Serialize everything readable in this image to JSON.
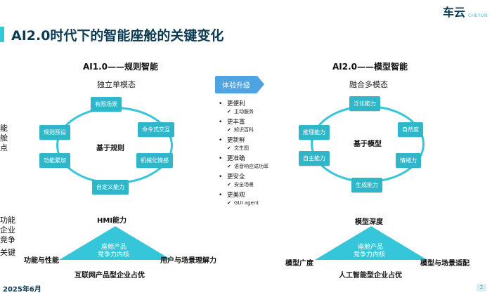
{
  "header": {
    "title": "AI2.0时代下的智能座舱的关键变化"
  },
  "logo": {
    "zh": "车云",
    "en": "CHEYUN"
  },
  "left_cut_texts": [
    "能",
    "舱",
    "点",
    "功能",
    "企业",
    "竞争",
    "关键"
  ],
  "left_col": {
    "heading": "AI1.0——规则智能",
    "sub": "独立单模态",
    "center": "基于规则",
    "nodes": [
      "有限场景",
      "命令式交互",
      "机械化情感",
      "自定义能力",
      "功能累加",
      "规则预设"
    ],
    "hmi_label": "HMI能力",
    "triangle_text_1": "座舱产品",
    "triangle_text_2": "竞争力内核",
    "left_label": "功能与性能",
    "right_label": "用户与场景理解力",
    "bottom": "互联网产品型企业占优"
  },
  "middle": {
    "tag": "体验升级",
    "items": [
      {
        "main": "更便利",
        "sub": "主动服务"
      },
      {
        "main": "更丰富",
        "sub": "知识百科"
      },
      {
        "main": "更新鲜",
        "sub": "文生图"
      },
      {
        "main": "更准确",
        "sub": "语音响应成功率"
      },
      {
        "main": "更安全",
        "sub": "安全场景"
      },
      {
        "main": "更美观",
        "sub": "GUI agent"
      }
    ]
  },
  "right_col": {
    "heading": "AI2.0——模型智能",
    "sub": "融合多模态",
    "center": "基于模型",
    "nodes": [
      "泛化能力",
      "自然度",
      "情绪力",
      "生成能力",
      "自主能力",
      "推理能力"
    ],
    "depth_label": "模型深度",
    "triangle_text_1": "座舱产品",
    "triangle_text_2": "竞争力内核",
    "left_label": "模型广度",
    "right_label": "模型与场景适配",
    "bottom": "人工智能型企业占优"
  },
  "footer": {
    "date": "2025年6月",
    "page": "2"
  },
  "colors": {
    "accent": "#35c7d9",
    "node": "#2fb6c9",
    "tag": "#4fa3e0",
    "title": "#0b3b53"
  }
}
